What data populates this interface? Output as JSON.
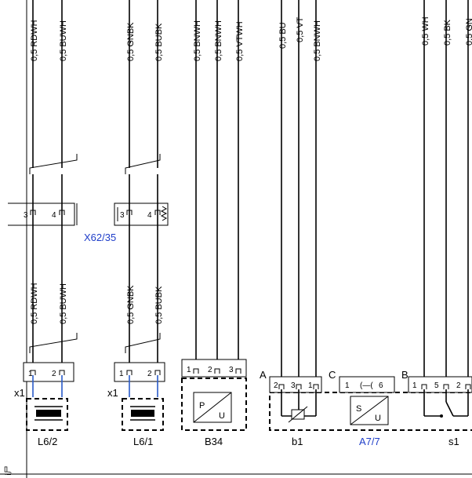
{
  "wires_top": [
    {
      "label": "0,5 RDWH"
    },
    {
      "label": "0,5 BUWH"
    },
    {
      "label": "0,5 GNBK"
    },
    {
      "label": "0,5 BUBK"
    },
    {
      "label": "0,5 BNWH"
    },
    {
      "label": "0,5 BNWH"
    },
    {
      "label": "0,5 VTWH"
    },
    {
      "label": "0,5 BU"
    },
    {
      "label": "0,5 VT"
    },
    {
      "label": "0,5 BNWH"
    },
    {
      "label": "0,5 WH"
    },
    {
      "label": "0,5 BK"
    },
    {
      "label": "0,5 GN"
    }
  ],
  "wires_mid": [
    {
      "label": "0,5 RDWH"
    },
    {
      "label": "0,5 BUWH"
    },
    {
      "label": "0,5 GNBK"
    },
    {
      "label": "0,5 BUBK"
    }
  ],
  "connector_x62": {
    "label": "X62/35",
    "pins": [
      "3",
      "4",
      "3",
      "4"
    ]
  },
  "components": {
    "l62": {
      "label": "L6/2",
      "pins": [
        "1",
        "2"
      ],
      "ground": "x1"
    },
    "l61": {
      "label": "L6/1",
      "pins": [
        "1",
        "2"
      ],
      "ground": "x1"
    },
    "b34": {
      "label": "B34",
      "pins": [
        "1",
        "2",
        "3"
      ],
      "sym_p": "P",
      "sym_u": "U"
    },
    "b1": {
      "label": "b1",
      "pins": [
        "2",
        "3",
        "1"
      ]
    },
    "a77": {
      "label": "A7/7",
      "pins": [
        "1",
        "6"
      ],
      "sym_s": "S",
      "sym_u": "U"
    },
    "s1": {
      "label": "s1",
      "pins": [
        "1",
        "5",
        "2"
      ]
    }
  },
  "section_letters": [
    "A",
    "C",
    "B"
  ],
  "footer_text": "ⅰ⼫",
  "colors": {
    "blue_wire": "#2a5cc9",
    "label_blue": "#1f3ec9"
  }
}
